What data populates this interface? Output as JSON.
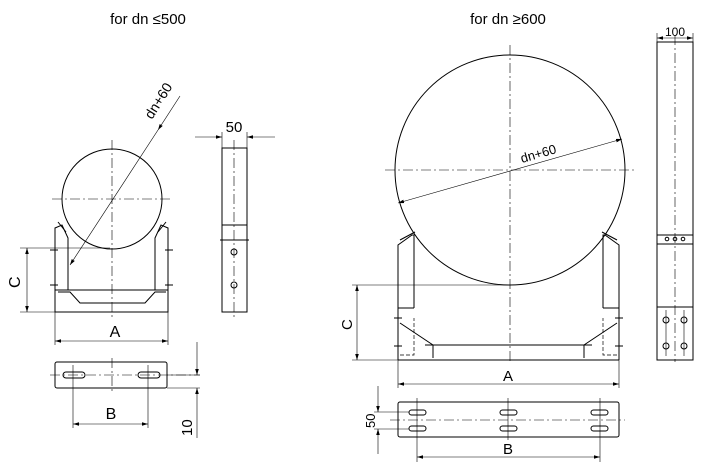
{
  "titles": {
    "small": "for dn ≤500",
    "large": "for dn ≥600"
  },
  "small": {
    "diameter": "dn+60",
    "width": "50",
    "dim_a": "A",
    "dim_b": "B",
    "dim_c": "C",
    "thickness": "10"
  },
  "large": {
    "diameter": "dn+60",
    "width": "100",
    "dim_a": "A",
    "dim_b": "B",
    "dim_c": "C",
    "slot_spacing": "50"
  }
}
